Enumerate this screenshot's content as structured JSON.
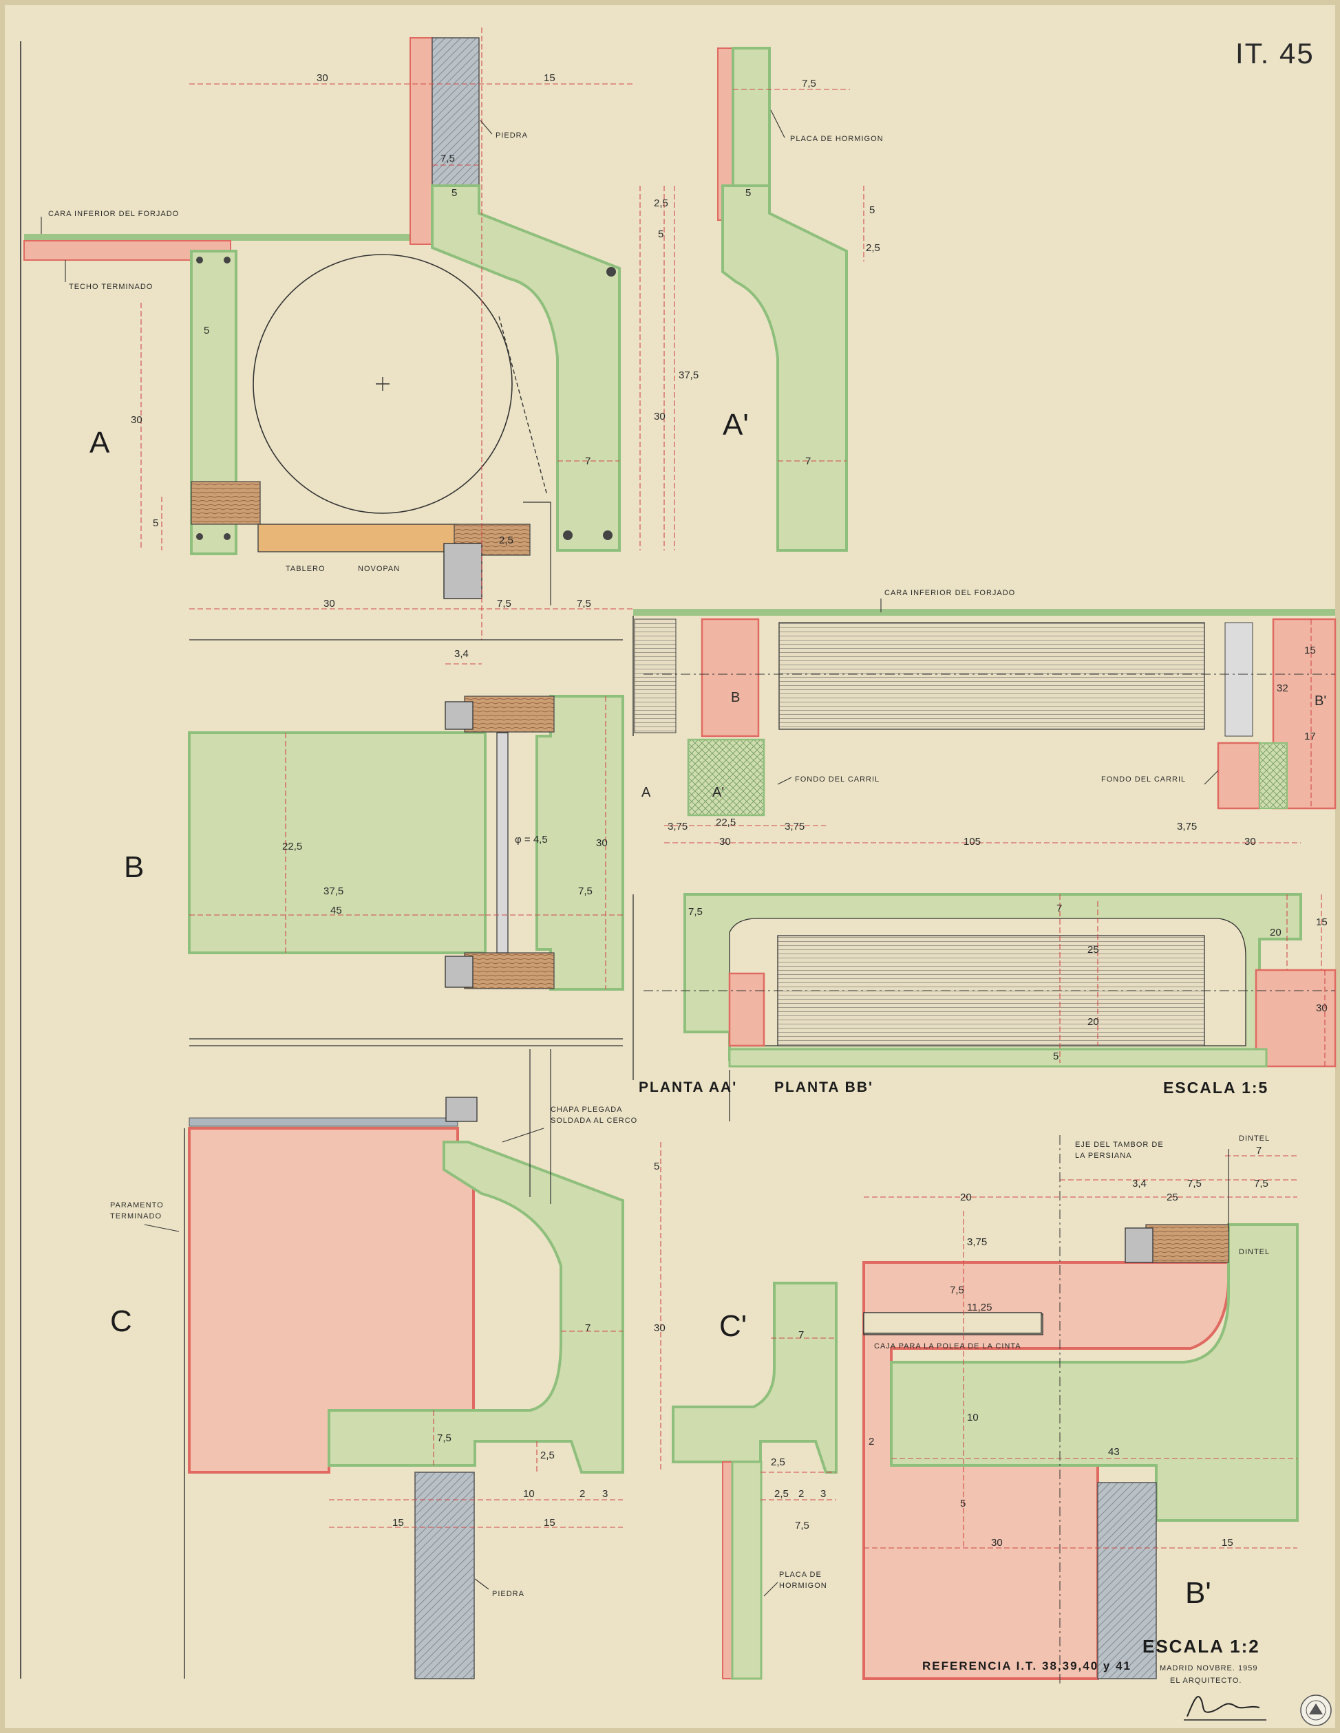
{
  "sheet_id": "IT. 45",
  "sections": {
    "A": "A",
    "A_prime": "A'",
    "B": "B",
    "C": "C",
    "C_prime": "C'",
    "B_prime": "B'",
    "B_small": "B",
    "B_prime_small": "B'",
    "A_small": "A",
    "A_prime_small": "A'"
  },
  "notes": {
    "cara_inferior_1": "CARA INFERIOR DEL FORJADO",
    "techo_terminado": "TECHO TERMINADO",
    "piedra_1": "PIEDRA",
    "placa_1": "PLACA DE HORMIGON",
    "tablero": "TABLERO",
    "novopan": "NOVOPAN",
    "cara_inferior_2": "CARA INFERIOR DEL FORJADO",
    "fondo_carril_1": "FONDO DEL CARRIL",
    "fondo_carril_2": "FONDO DEL CARRIL",
    "chapa_1": "CHAPA PLEGADA",
    "chapa_2": "SOLDADA AL CERCO",
    "paramento_1": "PARAMENTO",
    "paramento_2": "TERMINADO",
    "piedra_2": "PIEDRA",
    "placa_2a": "PLACA DE",
    "placa_2b": "HORMIGON",
    "eje_1": "EJE DEL TAMBOR DE",
    "eje_2": "LA PERSIANA",
    "dintel_1": "DINTEL",
    "dintel_2": "DINTEL",
    "caja": "CAJA PARA LA POLEA DE LA CINTA",
    "diameter": "φ = 4,5"
  },
  "plan_titles": {
    "planta_aa": "PLANTA AA'",
    "planta_bb": "PLANTA BB'",
    "escala_15": "ESCALA 1:5"
  },
  "footer": {
    "escala_12": "ESCALA 1:2",
    "referencia": "REFERENCIA I.T. 38,39,40 y 41",
    "madrid": "MADRID NOVBRE. 1959",
    "arquitecto": "EL ARQUITECTO."
  },
  "dimensions": {
    "a_30_top": "30",
    "a_15_top": "15",
    "a_75_a": "7,5",
    "a_5_a": "5",
    "a_25_a": "2,5",
    "a_5_b": "5",
    "a_375": "37,5",
    "a_30_v": "30",
    "a_5_c": "5",
    "a_7": "7",
    "a_30_left": "30",
    "a_5_left": "5",
    "a_25_b": "2,5",
    "a_30_bot": "30",
    "a_75_bot1": "7,5",
    "a_75_bot2": "7,5",
    "ap_75": "7,5",
    "ap_5a": "5",
    "ap_5b": "5",
    "ap_25": "2,5",
    "ap_7": "7",
    "b_34": "3,4",
    "b_225": "22,5",
    "b_375": "37,5",
    "b_45": "45",
    "b_75": "7,5",
    "b_30": "30",
    "p_375a": "3,75",
    "p_225": "22,5",
    "p_375b": "3,75",
    "p_375c": "3,75",
    "p_30a": "30",
    "p_105": "105",
    "p_30b": "30",
    "p_15a": "15",
    "p_32": "32",
    "p_17": "17",
    "p_75": "7,5",
    "p_7": "7",
    "p_25": "25",
    "p_20a": "20",
    "p_20b": "20",
    "p_5": "5",
    "p_15b": "15",
    "p_30c": "30",
    "c_5": "5",
    "c_30": "30",
    "c_7": "7",
    "c_75": "7,5",
    "c_25": "2,5",
    "c_10": "10",
    "c_2": "2",
    "c_3": "3",
    "c_15a": "15",
    "c_15b": "15",
    "cp_7": "7",
    "cp_25a": "2,5",
    "cp_25b": "2,5",
    "cp_2": "2",
    "cp_3": "3",
    "cp_75": "7,5",
    "bp_7": "7",
    "bp_20": "20",
    "bp_34": "3,4",
    "bp_25": "25",
    "bp_75": "7,5",
    "bp_375": "3,75",
    "bp_75b": "7,5",
    "bp_1125": "11,25",
    "bp_10": "10",
    "bp_2": "2",
    "bp_43": "43",
    "bp_5": "5",
    "bp_30": "30",
    "bp_15": "15"
  },
  "colors": {
    "paper": "#ece3c6",
    "concrete_green": "#cfdcae",
    "green_edge": "#8fbf7c",
    "brick_red": "#f2c3b0",
    "red_edge": "#e06a62",
    "stone_blue": "#aeb7be",
    "wood": "#c89a72",
    "dim_red": "#d04a4a"
  }
}
